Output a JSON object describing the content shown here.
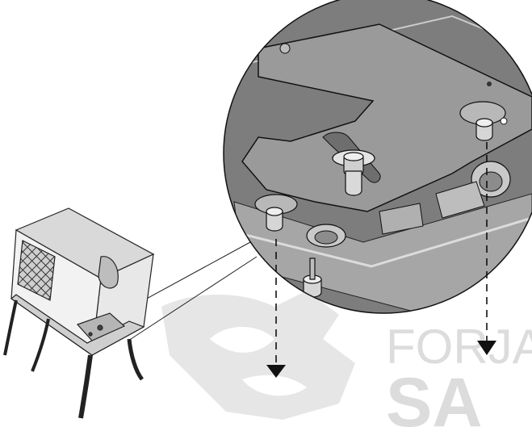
{
  "watermark": {
    "line1": "FORJA",
    "line2": "SA",
    "color": "#dcdcdc"
  },
  "colors": {
    "zoom_fill": "#7d7d7d",
    "plate_fill": "#9a9a9a",
    "outline": "#111111",
    "stove_fill": "#e9e9e9",
    "background": "#ffffff"
  },
  "arrows": [
    {
      "name": "left-bolt-down-arrow",
      "style": "dashed"
    },
    {
      "name": "right-bolt-down-arrow",
      "style": "dashed"
    }
  ],
  "icons": [
    "wood-stove-icon",
    "bolt-icon",
    "mounting-plate-icon"
  ]
}
